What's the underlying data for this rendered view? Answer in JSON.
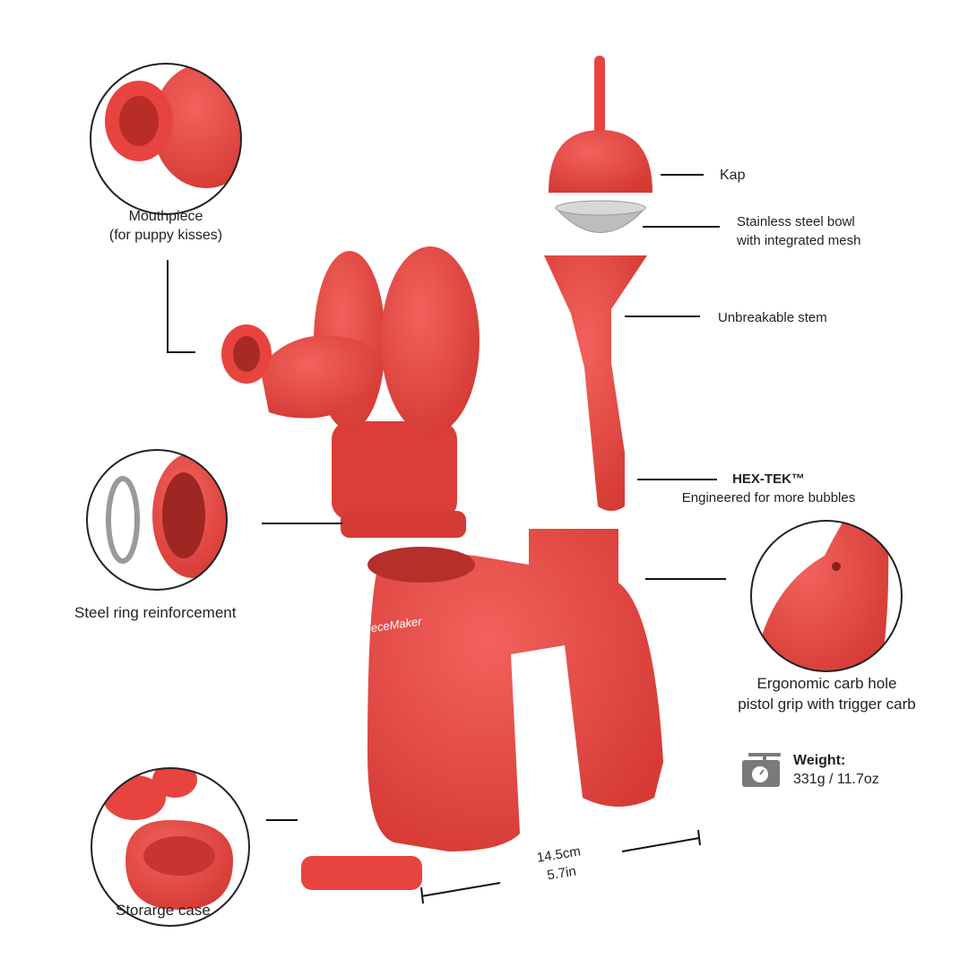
{
  "labels": {
    "mouthpiece": [
      "Mouthpiece",
      "(for puppy kisses)"
    ],
    "kap": "Kap",
    "bowl": [
      "Stainless steel bowl",
      "with integrated mesh"
    ],
    "stem": "Unbreakable stem",
    "hextek": {
      "title": "HEX-TEK™",
      "subtitle": "Engineered for more bubbles"
    },
    "steel_ring": "Steel ring reinforcement",
    "carb": [
      "Ergonomic carb hole",
      "pistol grip with trigger carb"
    ],
    "weight": {
      "title": "Weight:",
      "value": "331g / 11.7oz"
    },
    "dimension": [
      "14.5cm",
      "5.7in"
    ],
    "storage": "Storarge case"
  },
  "logo": "PieceMaker",
  "colors": {
    "product_red": "#e8443f",
    "dark_red": "#c93430",
    "steel": "#b8b8b8",
    "icon_gray": "#7a7a7a"
  }
}
